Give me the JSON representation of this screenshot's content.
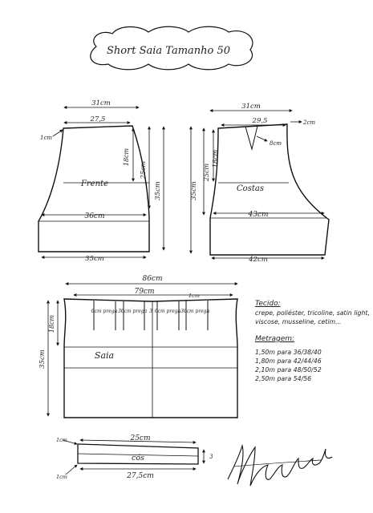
{
  "title": "Short  Saia Tamanho 50",
  "front": {
    "name": "Frente",
    "top_width": "31cm",
    "waist_width": "27,5",
    "left_offset": "1cm",
    "inner_height": "18cm",
    "side_height": "25cm",
    "total_height": "35cm",
    "hip_width": "36cm",
    "hem_width": "35cm"
  },
  "back": {
    "name": "Costas",
    "top_width": "31cm",
    "waist_width": "29,5",
    "dart_width": "2cm",
    "dart_depth": "8cm",
    "inner_height": "18cm",
    "side_height": "25cm",
    "total_height": "35cm",
    "hip_width": "43cm",
    "hem_width": "42cm"
  },
  "skirt": {
    "name": "Saia",
    "top_width": "86cm",
    "waist_width": "79cm",
    "offset": "1cm",
    "fold_labels": [
      "6cm prega",
      "3",
      "6cm prega",
      "3",
      "6cm prega",
      "3",
      "6cm prega"
    ],
    "inner_height": "18cm",
    "total_height": "35cm"
  },
  "waistband": {
    "name": "cós",
    "top_width": "25cm",
    "bottom_width": "27,5cm",
    "left_top": "1cm",
    "left_bottom": "1cm",
    "height": "3"
  },
  "notes": {
    "fabric_heading": "Tecido:",
    "fabric_list": "crepe, poliéster, tricoline, satin light, viscose, musseline, cetim...",
    "yardage_heading": "Metragem:",
    "yardage": [
      {
        "amount": "1,50m",
        "sizes": "para 36/38/40"
      },
      {
        "amount": "1,80m",
        "sizes": "para 42/44/46"
      },
      {
        "amount": "2,10m",
        "sizes": "para 48/50/52"
      },
      {
        "amount": "2,50m",
        "sizes": "para 54/56"
      }
    ]
  },
  "signature": "Marlene Mukai"
}
